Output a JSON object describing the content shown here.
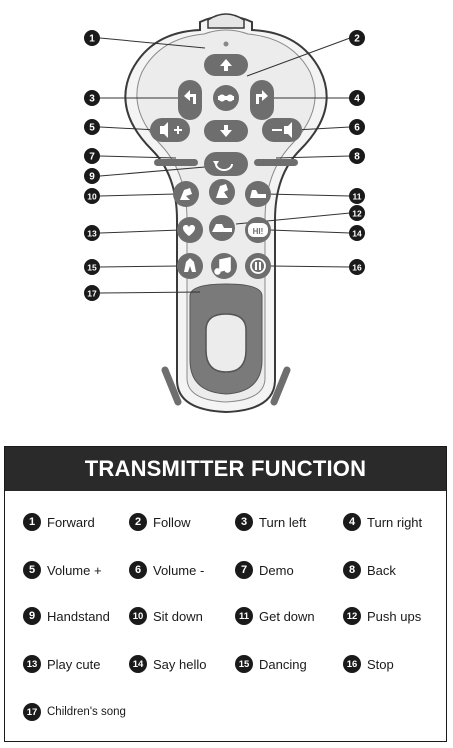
{
  "title": "TRANSMITTER FUNCTION",
  "callouts": [
    {
      "n": "1",
      "label": "Forward"
    },
    {
      "n": "2",
      "label": "Follow"
    },
    {
      "n": "3",
      "label": "Turn left"
    },
    {
      "n": "4",
      "label": "Turn right"
    },
    {
      "n": "5",
      "label": "Volume +"
    },
    {
      "n": "6",
      "label": "Volume -"
    },
    {
      "n": "7",
      "label": "Demo"
    },
    {
      "n": "8",
      "label": "Back"
    },
    {
      "n": "9",
      "label": "Handstand"
    },
    {
      "n": "10",
      "label": "Sit down"
    },
    {
      "n": "11",
      "label": "Get down"
    },
    {
      "n": "12",
      "label": "Push ups"
    },
    {
      "n": "13",
      "label": "Play cute"
    },
    {
      "n": "14",
      "label": "Say hello"
    },
    {
      "n": "15",
      "label": "Dancing"
    },
    {
      "n": "16",
      "label": "Stop"
    },
    {
      "n": "17",
      "label": "Children's song"
    }
  ],
  "button_text": {
    "hi": "HI!"
  },
  "colors": {
    "remote_body": "#ececec",
    "button": "#6e6e6e",
    "header_bg": "#2a2a2a",
    "callout": "#1a1a1a"
  }
}
